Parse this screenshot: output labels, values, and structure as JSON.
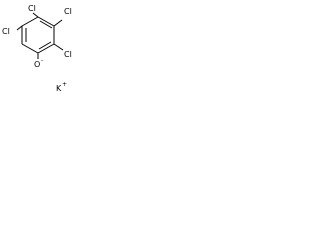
{
  "molecule": {
    "substituent_top_right": "Cl",
    "substituent_top_left": "Cl",
    "substituent_left": "Cl",
    "substituent_right": "Cl",
    "oxygen": "O",
    "oxygen_charge": "-",
    "counterion": "K",
    "counterion_charge": "+"
  }
}
